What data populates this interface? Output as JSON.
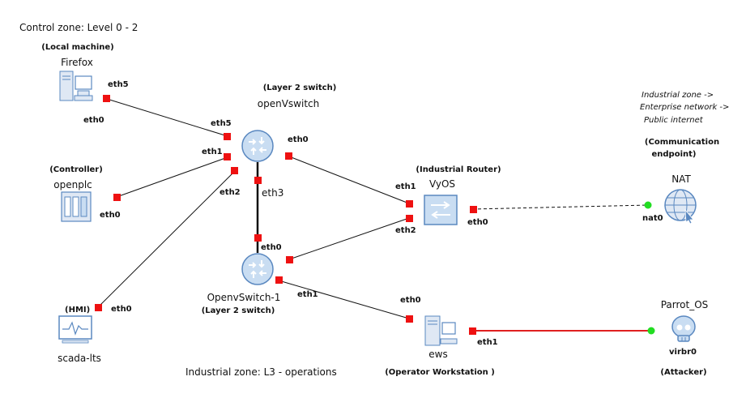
{
  "zones": {
    "control": "Control zone: Level 0 - 2",
    "industrial": "Industrial zone: L3 - operations"
  },
  "note": {
    "line1": "Industrial zone ->",
    "line2": "Enterprise network  ->",
    "line3": "Public internet"
  },
  "nodes": {
    "firefox": {
      "role": "(Local machine)",
      "name": "Firefox",
      "icon": "desktop-pc-icon"
    },
    "openvswitch": {
      "role": "(Layer 2 switch)",
      "name": "openVswitch",
      "icon": "switch-icon"
    },
    "openplc": {
      "role": "(Controller)",
      "name": "openplc",
      "icon": "plc-icon"
    },
    "scada": {
      "role": "(HMI)",
      "name": "scada-lts",
      "icon": "monitor-icon"
    },
    "openvswitch1": {
      "role": "(Layer 2 switch)",
      "name": "OpenvSwitch-1",
      "icon": "switch-icon"
    },
    "vyos": {
      "role": "(Industrial Router)",
      "name": "VyOS",
      "icon": "router-icon"
    },
    "nat": {
      "role_line1": "(Communication",
      "role_line2": "endpoint)",
      "name": "NAT",
      "icon": "globe-icon"
    },
    "ews": {
      "role": "(Operator Workstation )",
      "name": "ews",
      "icon": "workstation-icon"
    },
    "parrot": {
      "role": "(Attacker)",
      "name": "Parrot_OS",
      "icon": "skull-icon"
    }
  },
  "interfaces": {
    "firefox_eth5": "eth5",
    "firefox_eth0": "eth0",
    "ovs_eth5": "eth5",
    "ovs_eth0": "eth0",
    "ovs_eth1": "eth1",
    "ovs_eth2": "eth2",
    "ovs_eth3": "eth3",
    "openplc_eth0": "eth0",
    "scada_eth0": "eth0",
    "ovs1_eth0": "eth0",
    "ovs1_eth1": "eth1",
    "vyos_eth1": "eth1",
    "vyos_eth2": "eth2",
    "vyos_eth0": "eth0",
    "nat_nat0": "nat0",
    "ews_eth0": "eth0",
    "ews_eth1": "eth1",
    "parrot_virbr0": "virbr0"
  },
  "colors": {
    "link": "#111111",
    "attack_link": "#e02020",
    "port": "#ee1111",
    "endpoint": "#22dd22",
    "device_fill": "#c9ddf2",
    "device_stroke": "#5a88c0"
  }
}
